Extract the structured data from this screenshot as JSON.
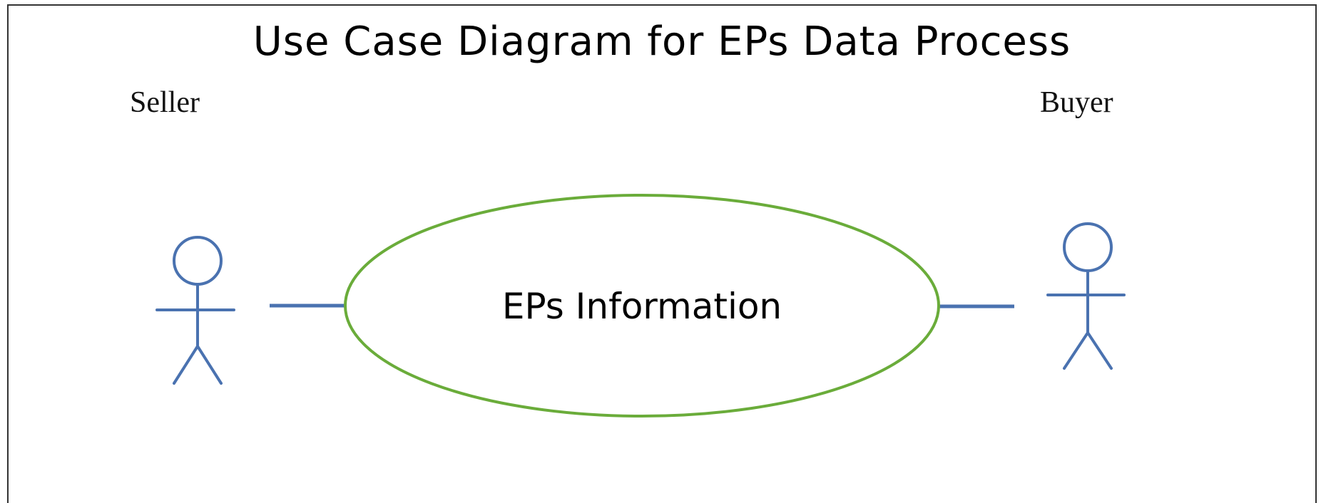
{
  "diagram": {
    "title": "Use Case Diagram for EPs Data Process",
    "actors": [
      {
        "id": "seller",
        "label": "Seller"
      },
      {
        "id": "buyer",
        "label": "Buyer"
      }
    ],
    "use_case": {
      "label": "EPs Information"
    },
    "colors": {
      "actor_stroke": "#4a72b0",
      "association_stroke": "#4a72b0",
      "use_case_stroke": "#6aac3a",
      "border": "#333333"
    }
  }
}
